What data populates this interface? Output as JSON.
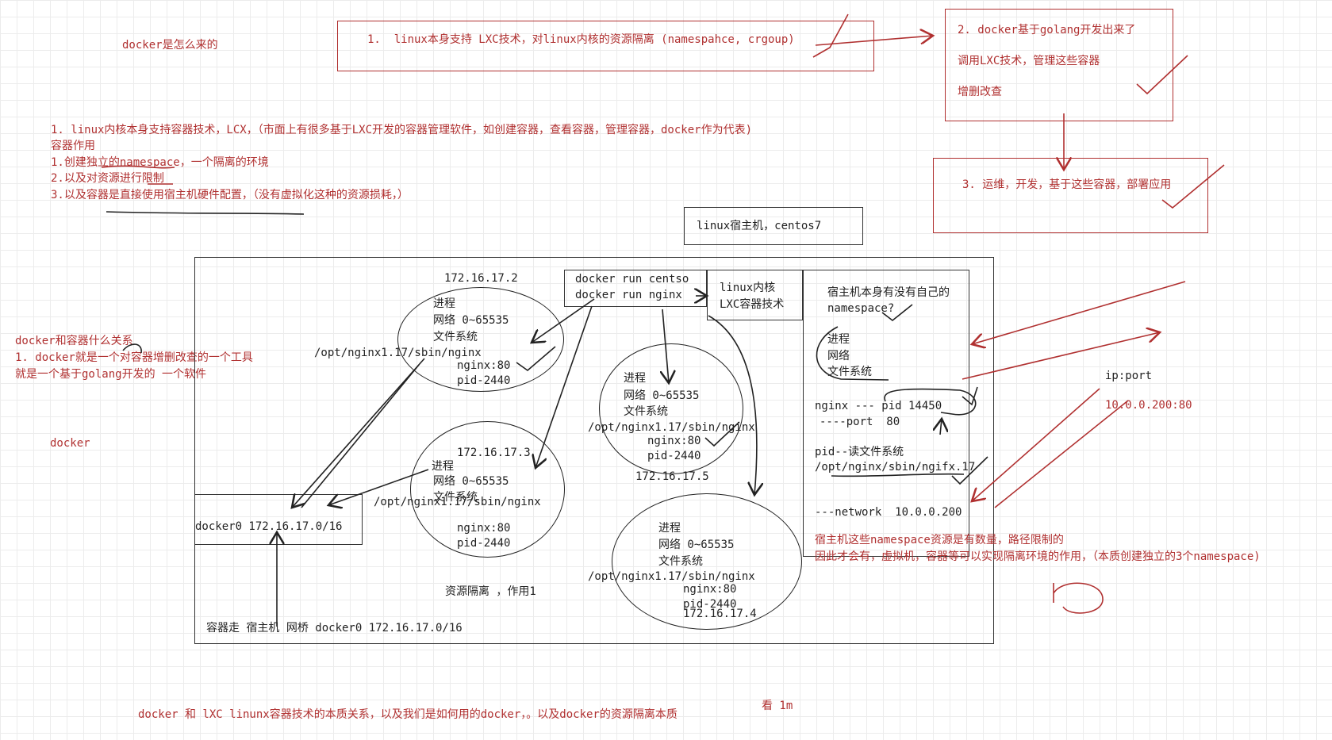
{
  "top": {
    "title": "docker是怎么来的",
    "step1": "1.  linux本身支持 LXC技术，对linux内核的资源隔离 (namespahce, crgoup)",
    "step2_line1": "2. docker基于golang开发出来了",
    "step2_line2": "调用LXC技术，管理这些容器",
    "step2_line3": "增删改查",
    "step3": "3. 运维，开发，基于这些容器，部署应用"
  },
  "notes": {
    "line1": "1. linux内核本身支持容器技术，LCX，（市面上有很多基于LXC开发的容器管理软件，如创建容器，查看容器，管理容器，docker作为代表)",
    "line2": "容器作用",
    "line3": "1.创建独立的namespace，一个隔离的环境",
    "line4": "2.以及对资源进行限制",
    "line5": "3.以及容器是直接使用宿主机硬件配置，（没有虚拟化这种的资源损耗，）"
  },
  "relation": {
    "line1": "docker和容器什么关系",
    "line2": "1. docker就是一个对容器增删改查的一个工具",
    "line3": "就是一个基于golang开发的 一个软件",
    "docker": "docker"
  },
  "host": {
    "label": "linux宿主机，centos7",
    "cmd1": "docker run centso",
    "cmd2": "docker run nginx",
    "kernel1": "linux内核",
    "kernel2": "LXC容器技术"
  },
  "containers": {
    "c1": {
      "ip": "172.16.17.2",
      "proc": "进程",
      "net": "网络 0~65535",
      "fs": "文件系统",
      "path": "/opt/nginx1.17/sbin/nginx",
      "port": "nginx:80",
      "pid": "pid-2440"
    },
    "c2": {
      "ip": "172.16.17.3",
      "proc": "进程",
      "net": "网络 0~65535",
      "fs": "文件系统",
      "path": "/opt/nginx1.17/sbin/nginx",
      "port": "nginx:80",
      "pid": "pid-2440"
    },
    "c3": {
      "ip": "172.16.17.5",
      "proc": "进程",
      "net": "网络 0~65535",
      "fs": "文件系统",
      "path": "/opt/nginx1.17/sbin/nginx",
      "port": "nginx:80",
      "pid": "pid-2440"
    },
    "c4": {
      "ip": "172.16.17.4",
      "proc": "进程",
      "net": "网络 0~65535",
      "fs": "文件系统",
      "path": "/opt/nginx1.17/sbin/nginx",
      "port": "nginx:80",
      "pid": "pid-2440"
    }
  },
  "bridge": {
    "docker0": "docker0 172.16.17.0/16",
    "isolation": "资源隔离 ，作用1",
    "footer": "容器走 宿主机 网桥 docker0 172.16.17.0/16"
  },
  "hostns": {
    "q1": "宿主机本身有没有自己的",
    "q2": "namespace?",
    "proc": "进程",
    "net": "网络",
    "fs": "文件系统",
    "nginx": "nginx --- pid 14450",
    "port": "----port  80",
    "pidfs": "pid--读文件系统",
    "path": "/opt/nginx/sbin/ngifx.17",
    "network": "---network  10.0.0.200"
  },
  "right": {
    "ipport": "ip:port",
    "addr": "10.0.0.200:80",
    "limit1": "宿主机这些namespace资源是有数量，路径限制的",
    "limit2": "因此才会有，虚拟机，容器等可以实现隔离环境的作用，（本质创建独立的3个namespace)"
  },
  "bottom": {
    "summary": "docker 和 lXC linunx容器技术的本质关系，以及我们是如何用的docker，。以及docker的资源隔离本质",
    "watch": "看 1m"
  },
  "colors": {
    "red": "#b03030",
    "ink": "#222222"
  }
}
